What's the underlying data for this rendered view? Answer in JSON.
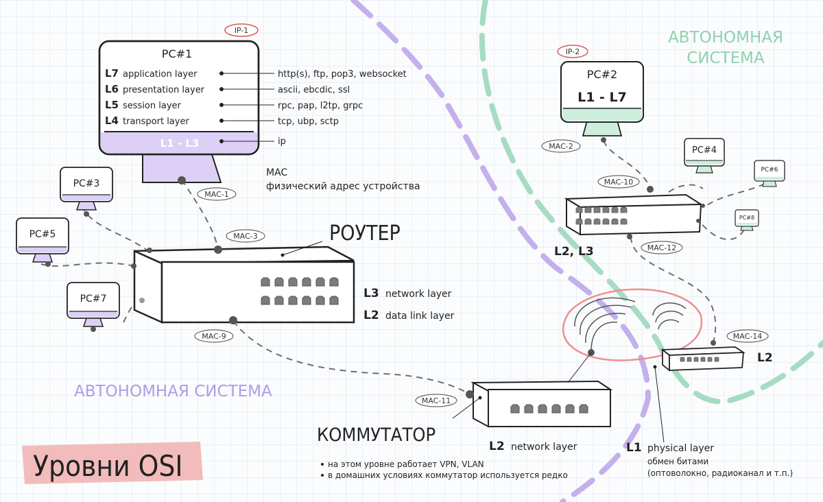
{
  "title": "Уровни OSI",
  "as_labels": {
    "left": "АВТОНОМНАЯ СИСТЕМА",
    "right_line1": "АВТОНОМНАЯ",
    "right_line2": "СИСТЕМА"
  },
  "pc1": {
    "name": "PC#1",
    "ip": "IP-1",
    "layers": [
      {
        "num": "L7",
        "name": "application layer",
        "protocols": "http(s),  ftp,  pop3,  websocket"
      },
      {
        "num": "L6",
        "name": "presentation layer",
        "protocols": "ascii,  ebcdic,  ssl"
      },
      {
        "num": "L5",
        "name": "session layer",
        "protocols": "rpc,  pap,  l2tp,  grpc"
      },
      {
        "num": "L4",
        "name": "transport layer",
        "protocols": "tcp,  ubp,  sctp"
      }
    ],
    "base_label": "L1 - L3",
    "base_protocol": "ip",
    "mac": "MAC-1"
  },
  "mac_note": {
    "line1": "MAC",
    "line2": "физический адрес устройства"
  },
  "pc2": {
    "name": "PC#2",
    "ip": "IP-2",
    "layers": "L1 - L7",
    "mac": "MAC-2"
  },
  "small_pcs": {
    "pc3": "PC#3",
    "pc4": "PC#4",
    "pc5": "PC#5",
    "pc6": "PC#6",
    "pc7": "PC#7",
    "pc8": "PC#8"
  },
  "router": {
    "title": "РОУТЕР",
    "mac_top": "MAC-3",
    "mac_bottom": "MAC-9",
    "layers": [
      {
        "num": "L3",
        "name": "network layer"
      },
      {
        "num": "L2",
        "name": "data link layer"
      }
    ]
  },
  "switch_main": {
    "title": "КОММУТАТОР",
    "mac": "MAC-11",
    "layer_num": "L2",
    "layer_name": "network layer",
    "notes": [
      "на этом уровне работает VPN, VLAN",
      "в домашних условиях коммутатор используется редко"
    ]
  },
  "switch_right": {
    "mac_top": "MAC-10",
    "mac_bottom": "MAC-12",
    "layers": "L2, L3"
  },
  "switch_wifi": {
    "mac": "MAC-14",
    "layer": "L2"
  },
  "physical": {
    "num": "L1",
    "name": "physical layer",
    "line2": "обмен битами",
    "line3": "(оптоволокно, радиоканал и т.п.)"
  },
  "colors": {
    "purple": "#b9a4e6",
    "purple_fill": "#ddd0f7",
    "green": "#9ed8bc",
    "green_fill": "#cdeedd",
    "red": "#e37a7a",
    "title_bg": "#f3bcbc"
  }
}
